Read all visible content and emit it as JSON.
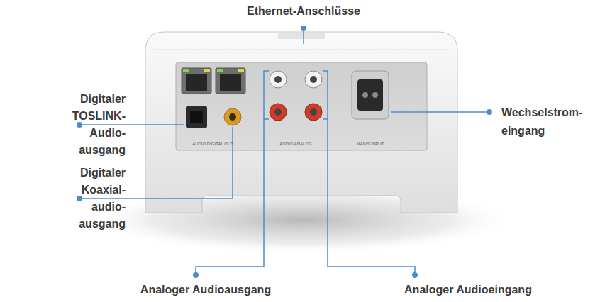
{
  "diagram": {
    "labels": [
      "Ethernet-Anschlüsse",
      "Digitaler TOSLINK- Audio- ausgang",
      "Wechselstrom- eingang",
      "Digitaler Koaxial- audio- ausgang",
      "Analoger Audioausgang",
      "Analoger Audioeingang",
      "AUDIO DIGITAL OUT",
      "AUDIO ANALOG",
      "MAINS INPUT"
    ]
  }
}
